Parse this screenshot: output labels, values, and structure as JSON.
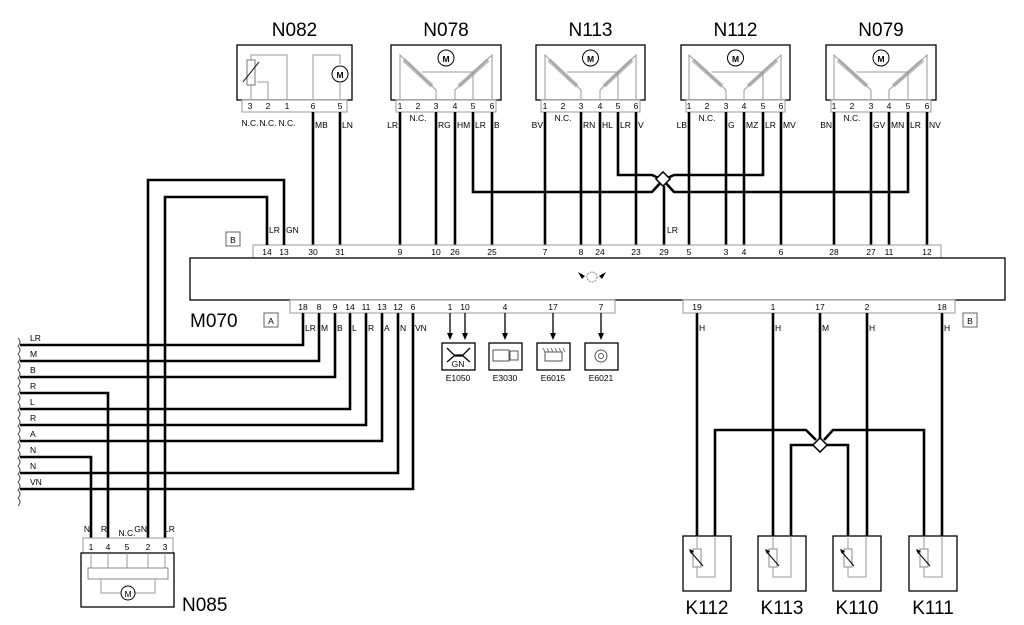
{
  "top_components": [
    {
      "id": "N082",
      "pins": [
        "3",
        "2",
        "1",
        "6",
        "5"
      ],
      "wires": [
        "N.C.",
        "N.C.",
        "N.C.",
        "MB",
        "LN"
      ]
    },
    {
      "id": "N078",
      "pins": [
        "1",
        "2",
        "3",
        "4",
        "5",
        "6"
      ],
      "wires": [
        "LR",
        "N.C.",
        "RG",
        "HM",
        "LR",
        "B"
      ]
    },
    {
      "id": "N113",
      "pins": [
        "1",
        "2",
        "3",
        "4",
        "5",
        "6"
      ],
      "wires": [
        "BV",
        "N.C.",
        "RN",
        "HL",
        "LR",
        "V"
      ]
    },
    {
      "id": "N112",
      "pins": [
        "1",
        "2",
        "3",
        "4",
        "5",
        "6"
      ],
      "wires": [
        "LB",
        "N.C.",
        "G",
        "MZ",
        "LR",
        "MV"
      ]
    },
    {
      "id": "N079",
      "pins": [
        "1",
        "2",
        "3",
        "4",
        "5",
        "6"
      ],
      "wires": [
        "BN",
        "N.C.",
        "GV",
        "MN",
        "LR",
        "NV"
      ]
    }
  ],
  "motor_symbol": "M",
  "m070": {
    "label": "M070",
    "connector_b_top": "B",
    "connector_a": "A",
    "connector_b_bottom": "B",
    "top_pins": [
      "14",
      "13",
      "30",
      "31",
      "9",
      "10",
      "26",
      "25",
      "7",
      "8",
      "24",
      "23",
      "29",
      "5",
      "3",
      "4",
      "6",
      "28",
      "27",
      "11",
      "12"
    ],
    "top_wire_labels": {
      "pin14": "LR",
      "pin13": "GN",
      "pin29": "LR"
    },
    "bottom_a_pins": [
      "18",
      "8",
      "9",
      "14",
      "11",
      "13",
      "12",
      "6",
      "1",
      "10",
      "4",
      "17",
      "7"
    ],
    "bottom_a_wires": [
      "LR",
      "M",
      "B",
      "L",
      "R",
      "A",
      "N",
      "VN"
    ],
    "bottom_b_pins": [
      "19",
      "1",
      "17",
      "2",
      "18"
    ],
    "bottom_b_wires": [
      "H",
      "H",
      "M",
      "H",
      "H"
    ],
    "icon": "air-distribution-snowflake-icon"
  },
  "left_harness": [
    "LR",
    "M",
    "B",
    "R",
    "L",
    "R",
    "A",
    "N",
    "N",
    "VN"
  ],
  "n085": {
    "id": "N085",
    "pins": [
      "1",
      "4",
      "5",
      "2",
      "3"
    ],
    "wires": [
      "N",
      "R",
      "N.C.",
      "GN",
      "LR"
    ]
  },
  "e_devices": [
    {
      "id": "E1050",
      "icon": "recirculation-icon",
      "icon_text": "GN"
    },
    {
      "id": "E3030",
      "icon": "rear-defrost-icon"
    },
    {
      "id": "E6015",
      "icon": "heated-screen-icon"
    },
    {
      "id": "E6021",
      "icon": "ac-snowflake-icon"
    }
  ],
  "sensors": [
    "K112",
    "K113",
    "K110",
    "K111"
  ]
}
